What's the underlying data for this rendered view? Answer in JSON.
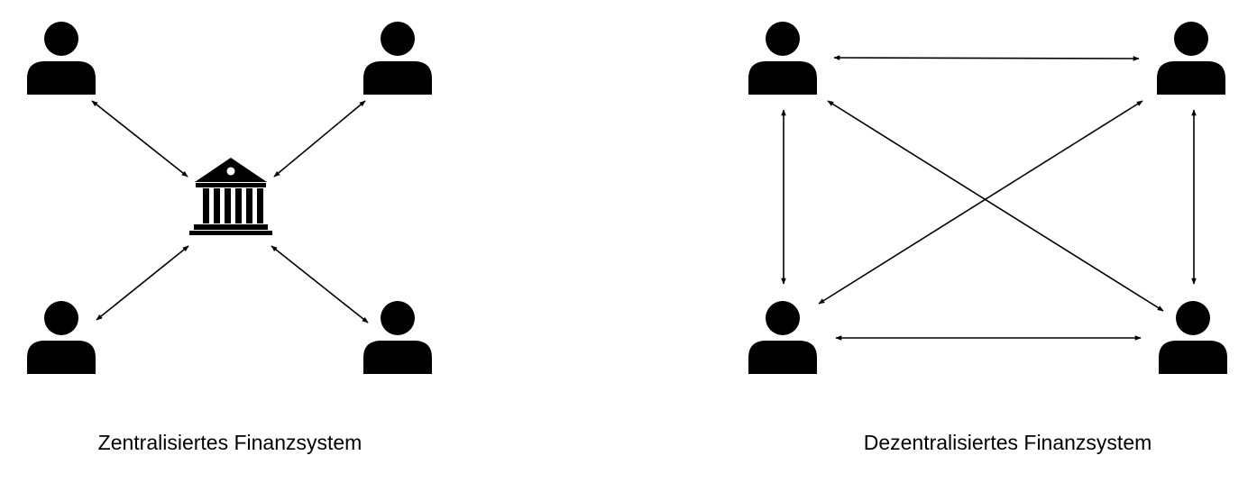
{
  "left_diagram": {
    "caption": "Zentralisiertes Finanzsystem",
    "hub_icon": "bank-building-icon",
    "node_icon": "person-icon",
    "nodes": [
      "person-top-left",
      "person-top-right",
      "person-bottom-left",
      "person-bottom-right"
    ]
  },
  "right_diagram": {
    "caption": "Dezentralisiertes Finanzsystem",
    "node_icon": "person-icon",
    "nodes": [
      "person-top-left",
      "person-top-right",
      "person-bottom-left",
      "person-bottom-right"
    ]
  },
  "colors": {
    "ink": "#000000",
    "background": "#ffffff"
  }
}
